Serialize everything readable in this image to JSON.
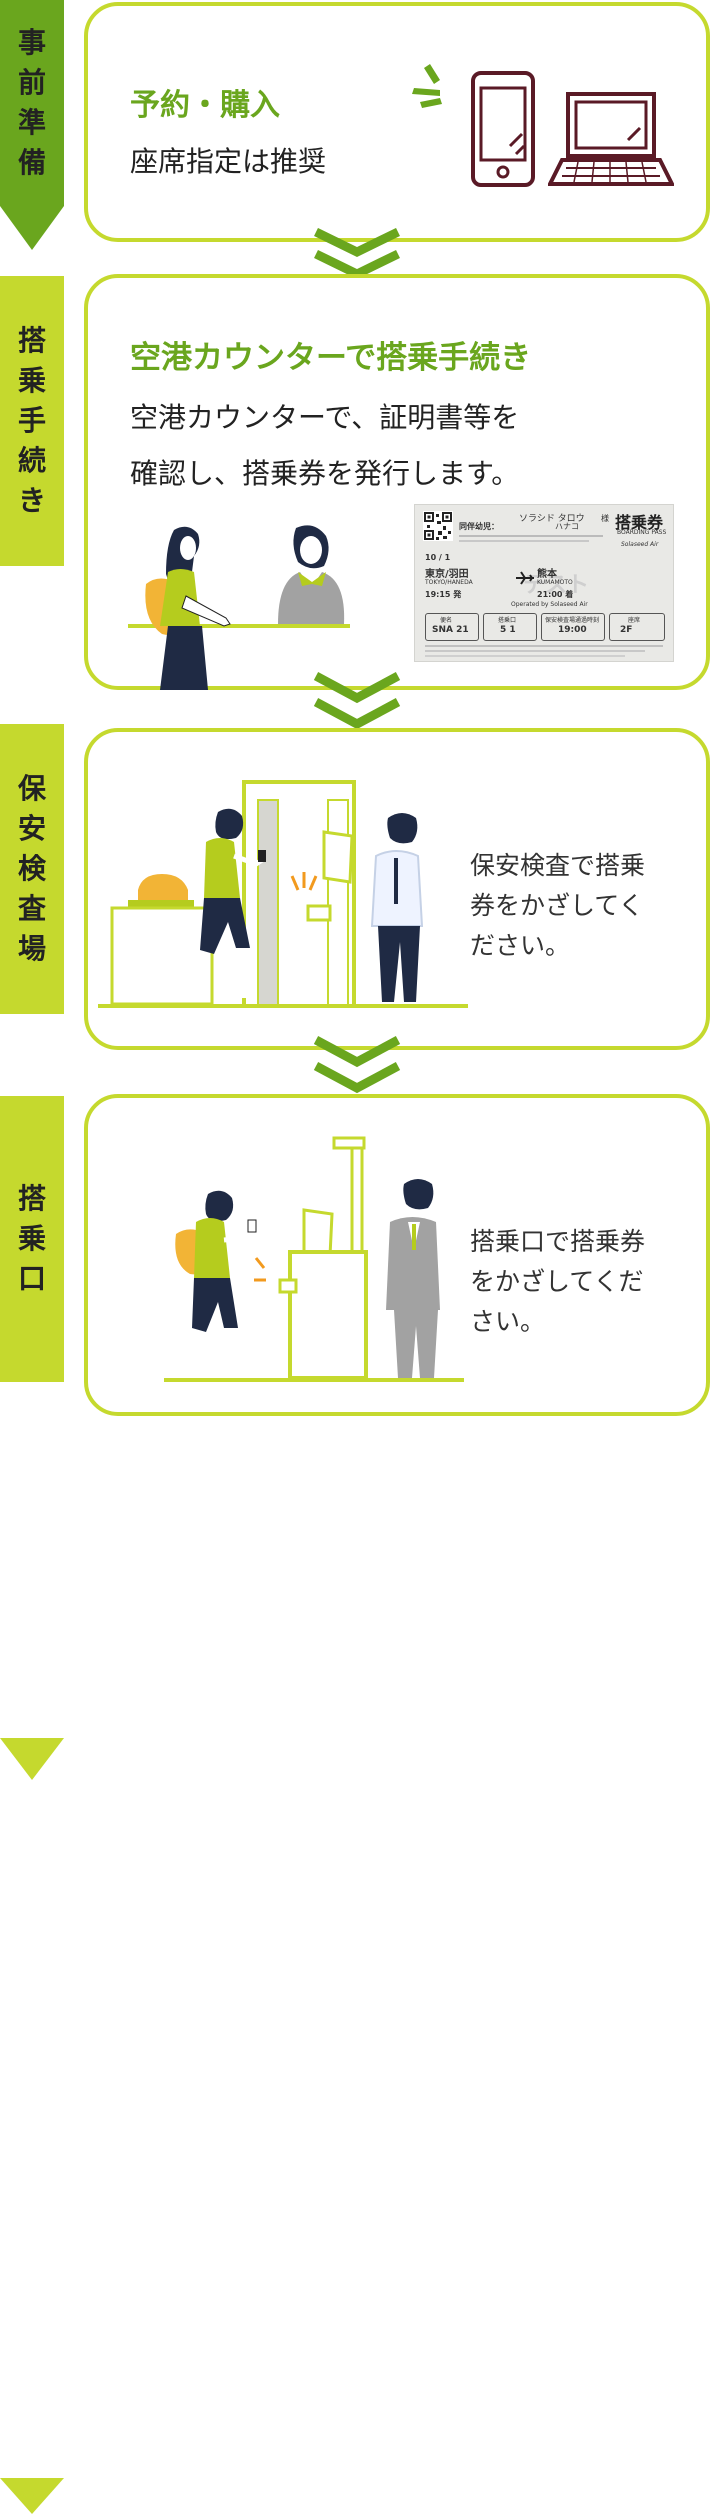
{
  "steps": [
    {
      "tag": [
        "事",
        "前",
        "準",
        "備"
      ],
      "title": "予約・購入",
      "body": [
        "座席指定は推奨"
      ],
      "icons": [
        "sparkle-icon",
        "smartphone-icon",
        "laptop-icon"
      ]
    },
    {
      "tag": [
        "搭",
        "乗",
        "手",
        "続",
        "き"
      ],
      "title": "空港カウンターで搭乗手続き",
      "body": [
        "空港カウンターで、証明書等を",
        "確認し、搭乗券を発行します。"
      ],
      "boarding_pass": {
        "name": "ソラシド タロウ",
        "suffix": "様",
        "companion_label": "同伴幼児：",
        "companion_value": "ハナコ",
        "pass_title": "搭乗券",
        "pass_subtitle": "BOARDING PASS",
        "airline": "Solaseed Air",
        "date": "10 / 1",
        "origin": "東京/羽田",
        "origin_en": "TOKYO/HANEDA",
        "destination": "熊本",
        "destination_en": "KUMAMOTO",
        "depart_time": "19:15 発",
        "arrive_time": "21:00 着",
        "watermark": "テスト",
        "operated": "Operated by Solaseed Air",
        "flight_label": "便名",
        "flight": "SNA 21",
        "gate_label": "搭乗口",
        "gate": "5 1",
        "security_label": "保安検査場通過時刻",
        "security_time": "19:00",
        "seat_label": "座席",
        "seat": "2F"
      }
    },
    {
      "tag": [
        "保",
        "安",
        "検",
        "査",
        "場"
      ],
      "title": "",
      "body": [
        "保安検査で搭乗",
        "券をかざしてく",
        "ださい。"
      ]
    },
    {
      "tag": [
        "搭",
        "乗",
        "口"
      ],
      "title": "",
      "body": [
        "搭乗口で搭乗券",
        "をかざしてくだ",
        "さい。"
      ]
    }
  ],
  "colors": {
    "tag_green_dark": "#6aa61e",
    "tag_green_light": "#c5d92e",
    "card_border": "#c5d92e",
    "title_green": "#6aa61e",
    "chevron_green": "#6aa61e",
    "icon_maroon": "#5a1a26",
    "shirt_lime": "#b5cc1e",
    "bag_yellow": "#f2b436",
    "navy": "#1f2a44",
    "gray_uniform": "#9a9a9a"
  }
}
